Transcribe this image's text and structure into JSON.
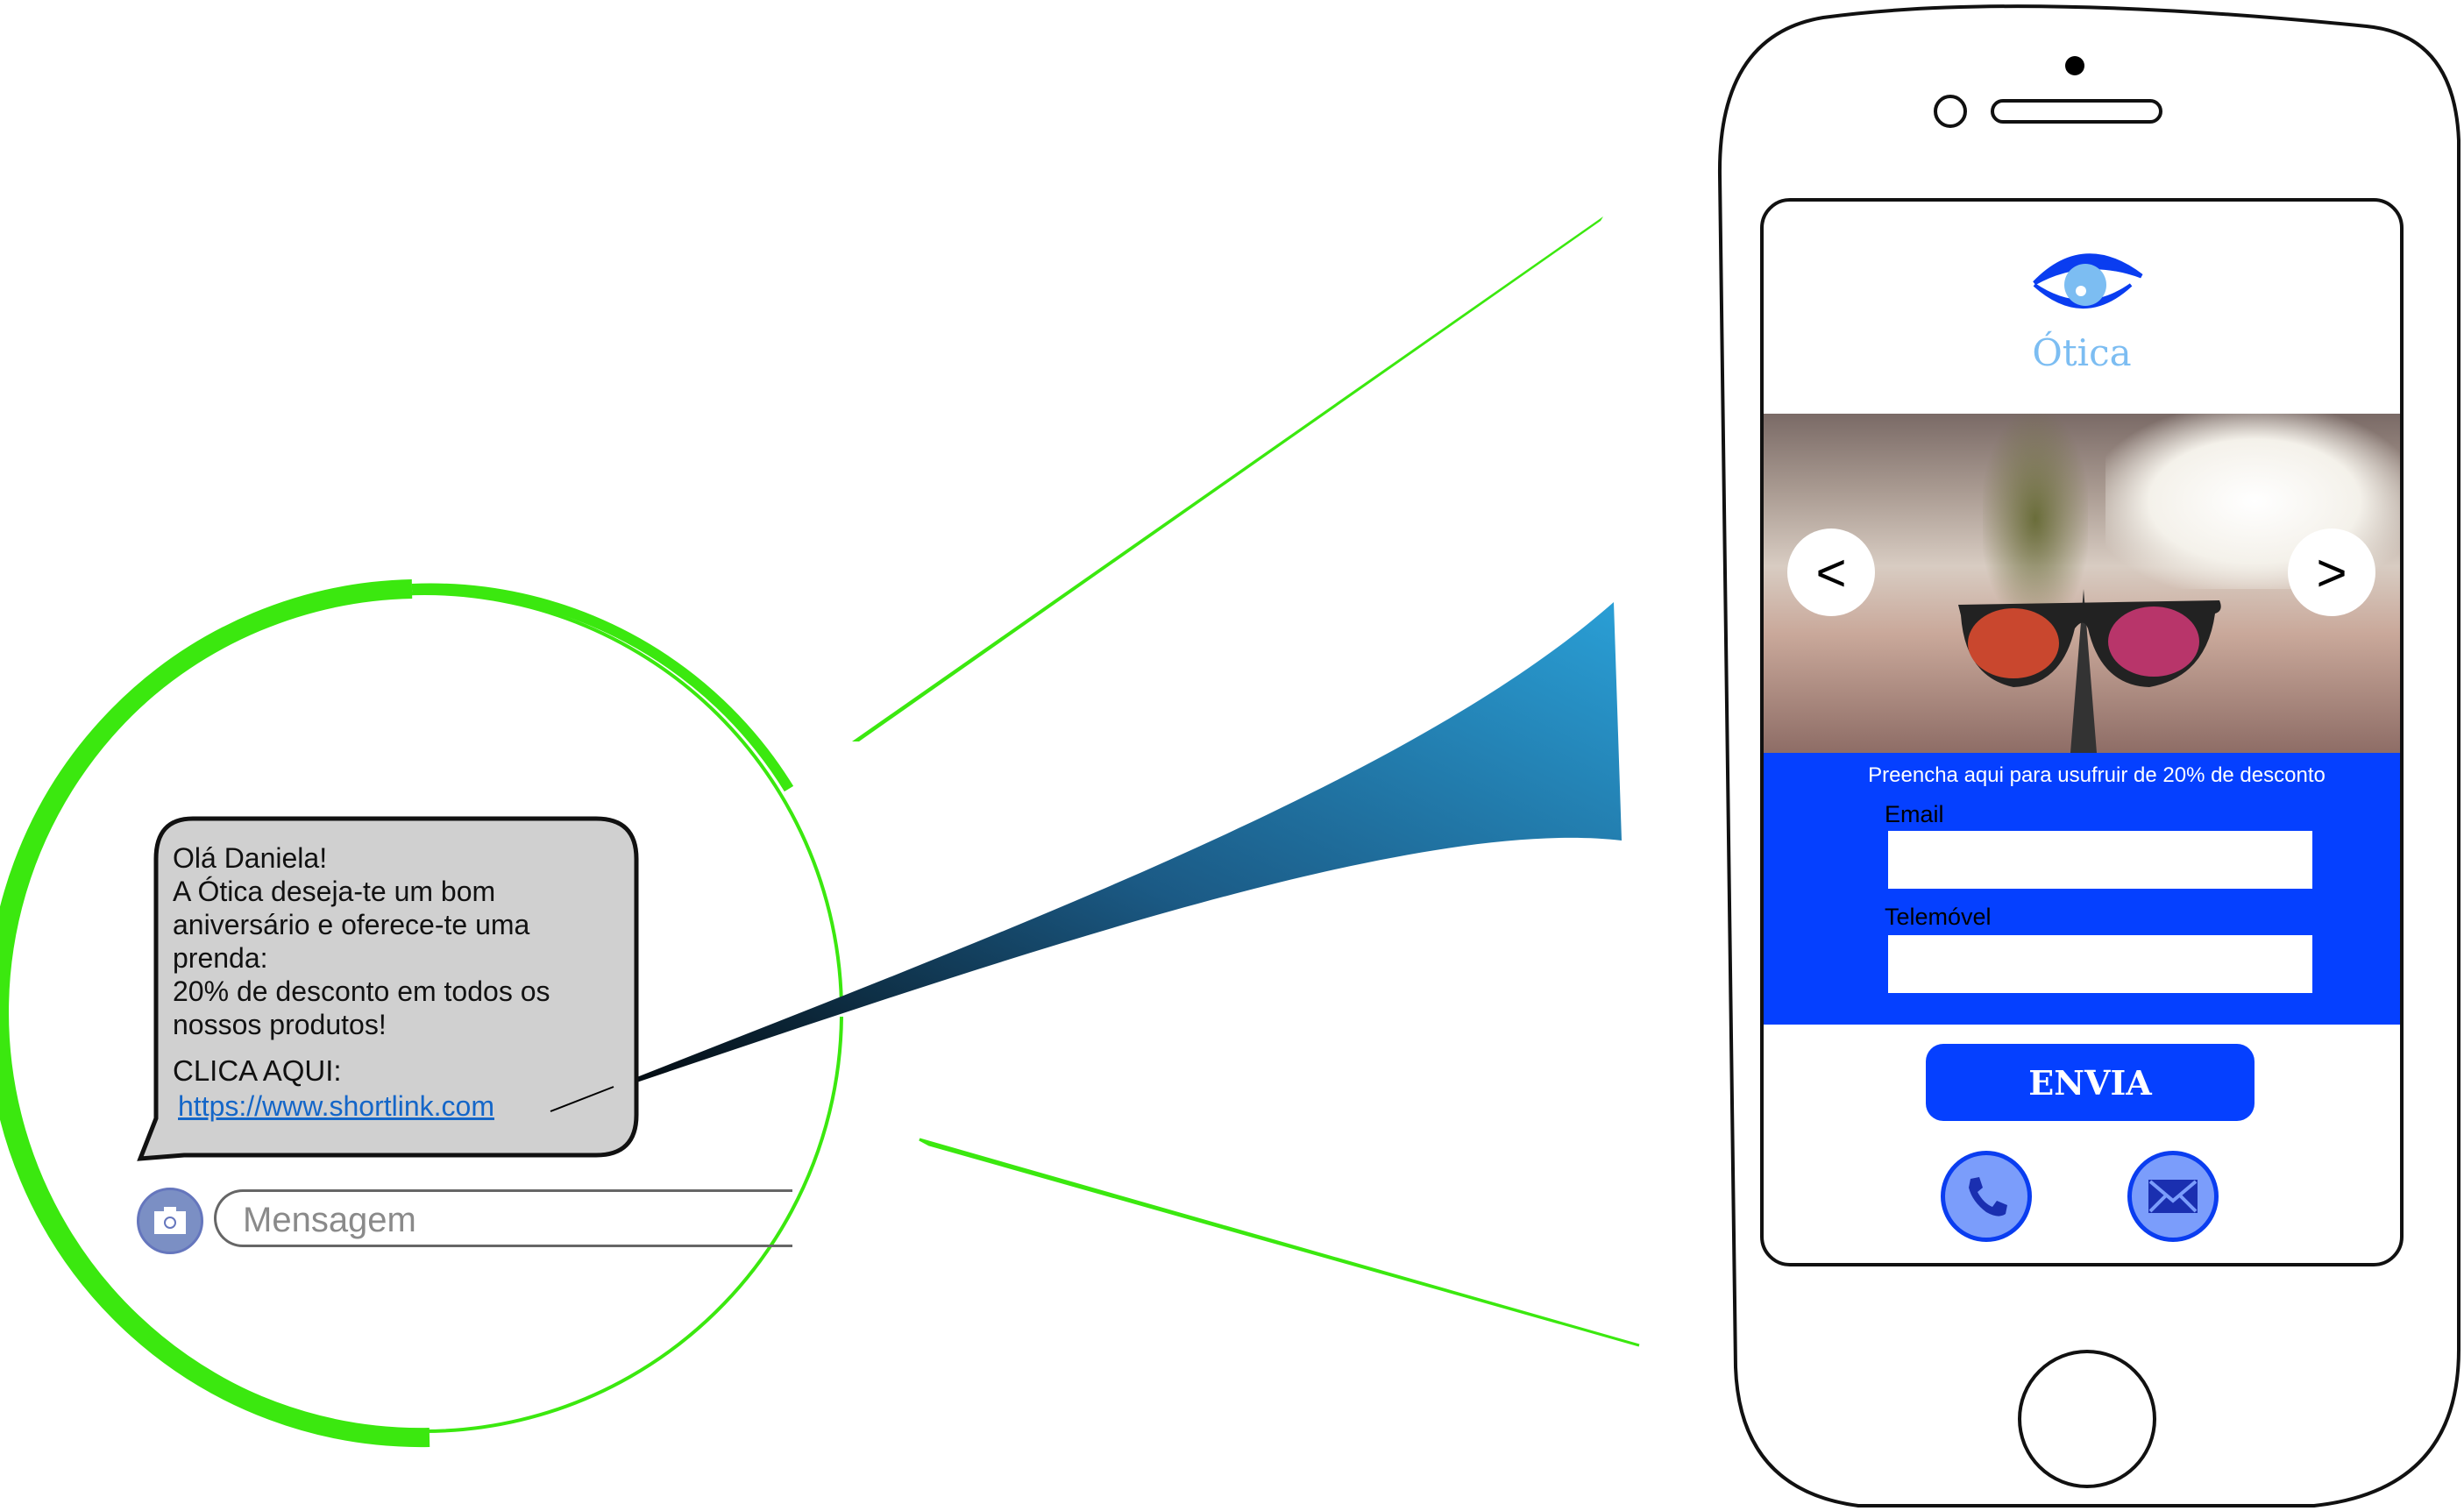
{
  "sms": {
    "lines": [
      "Olá Daniela!",
      "A Ótica deseja-te um bom",
      "aniversário e oferece-te uma",
      "prenda:",
      "20% de desconto em todos os",
      "nossos produtos!"
    ],
    "cta": "CLICA AQUI:",
    "link": "https://www.shortlink.com",
    "input_placeholder": "Mensagem",
    "camera_icon": "camera-icon"
  },
  "landing": {
    "logo_text": "Ótica",
    "prev": "<",
    "next": ">",
    "form_title": "Preencha aqui para usufruir de 20% de desconto",
    "email_label": "Email",
    "phone_label": "Telemóvel",
    "submit": "ENVIA",
    "icons": [
      "phone-icon",
      "mail-icon"
    ]
  },
  "colors": {
    "green": "#3be80f",
    "blue": "#0540ff",
    "light_blue": "#7cbdf2",
    "bubble": "#d0d0d0"
  }
}
